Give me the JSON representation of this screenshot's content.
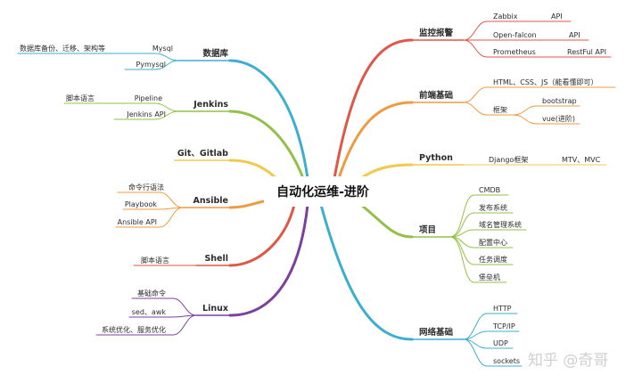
{
  "center": "自动化运维-进阶",
  "watermark": "知乎 @奇哥",
  "colors": {
    "red": "#df5745",
    "orange": "#ef9a3e",
    "yellow": "#f2c94c",
    "green": "#93c047",
    "blue": "#3eaed0",
    "purple": "#7b3fa0"
  },
  "branches": [
    {
      "id": "jiankong",
      "label": "监控报警",
      "color": "red",
      "children": [
        {
          "label": "Zabbix",
          "child": "API"
        },
        {
          "label": "Open-falcon",
          "child": "API"
        },
        {
          "label": "Prometheus",
          "child": "RestFul API"
        }
      ]
    },
    {
      "id": "qianduan",
      "label": "前端基础",
      "color": "orange",
      "children": [
        {
          "label": "HTML、CSS、JS（能看懂即可）"
        },
        {
          "label": "框架",
          "children": [
            "bootstrap",
            "vue(进阶)"
          ]
        }
      ]
    },
    {
      "id": "python",
      "label": "Python",
      "color": "yellow",
      "children": [
        {
          "label": "Django框架",
          "child": "MTV、MVC"
        }
      ]
    },
    {
      "id": "xiangmu",
      "label": "项目",
      "color": "green",
      "children": [
        "CMDB",
        "发布系统",
        "域名管理系统",
        "配置中心",
        "任务调度",
        "堡垒机"
      ]
    },
    {
      "id": "wangluo",
      "label": "网络基础",
      "color": "blue",
      "children": [
        "HTTP",
        "TCP/IP",
        "UDP",
        "sockets"
      ]
    },
    {
      "id": "shujuku",
      "label": "数据库",
      "color": "blue",
      "children": [
        {
          "label": "Mysql",
          "child": "数据库备份、迁移、架构等"
        },
        {
          "label": "Pymysql"
        }
      ]
    },
    {
      "id": "jenkins",
      "label": "Jenkins",
      "color": "green",
      "children": [
        {
          "label": "Pipeline",
          "child": "脚本语言"
        },
        {
          "label": "Jenkins API"
        }
      ]
    },
    {
      "id": "git",
      "label": "Git、Gitlab",
      "color": "yellow",
      "children": []
    },
    {
      "id": "ansible",
      "label": "Ansible",
      "color": "orange",
      "children": [
        "命令行语法",
        "Playbook",
        "Ansible API"
      ]
    },
    {
      "id": "shell",
      "label": "Shell",
      "color": "red",
      "children": [
        "脚本语言"
      ]
    },
    {
      "id": "linux",
      "label": "Linux",
      "color": "purple",
      "children": [
        "基础命令",
        "sed、awk",
        "系统优化、服务优化"
      ]
    }
  ]
}
